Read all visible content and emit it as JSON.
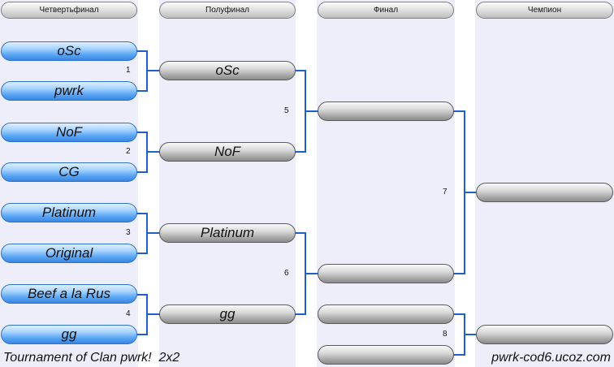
{
  "headers": [
    "Четвертьфинал",
    "Полуфинал",
    "Финал",
    "Чемпион"
  ],
  "quarterfinal": [
    "oSc",
    "pwrk",
    "NoF",
    "CG",
    "Platinum",
    "Original",
    "Beef a la Rus",
    "gg"
  ],
  "semifinal": [
    "oSc",
    "NoF",
    "Platinum",
    "gg"
  ],
  "final": [
    "",
    "",
    "",
    ""
  ],
  "champion": [
    "",
    ""
  ],
  "match_numbers": [
    "1",
    "2",
    "3",
    "4",
    "5",
    "6",
    "7",
    "8"
  ],
  "footer": {
    "title": "Tournament of Clan pwrk!  2x2",
    "site": "pwrk-cod6.ucoz.com"
  },
  "colors": {
    "connector": "#1f5fc8",
    "column_bg": "#eeeefa"
  }
}
